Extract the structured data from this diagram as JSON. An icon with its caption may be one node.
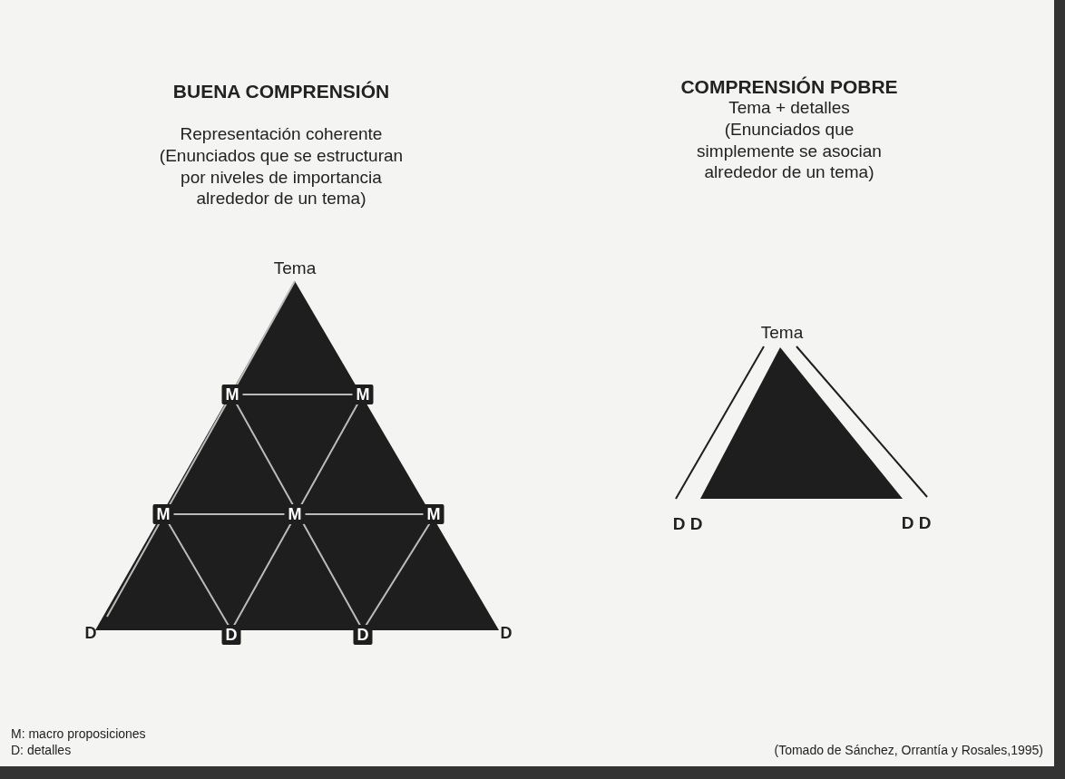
{
  "diagram": {
    "labels": [
      "BUENA COMPRENSIÓN",
      "Representación coherente (Enunciados que se estructuran por niveles de importancia alrededor de un tema)",
      "Tema",
      "M",
      "M",
      "M",
      "M",
      "M",
      "D",
      "D",
      "D",
      "D",
      "COMPRENSIÓN POBRE",
      "Tema + detalles (Enunciados que simplemente se asocian alrededor de un tema)",
      "Tema",
      "D D",
      "D D",
      "M: macro proposiciones",
      "D: detalles",
      "(Tomado de Sánchez, Orrantía y Rosales,1995)"
    ]
  }
}
